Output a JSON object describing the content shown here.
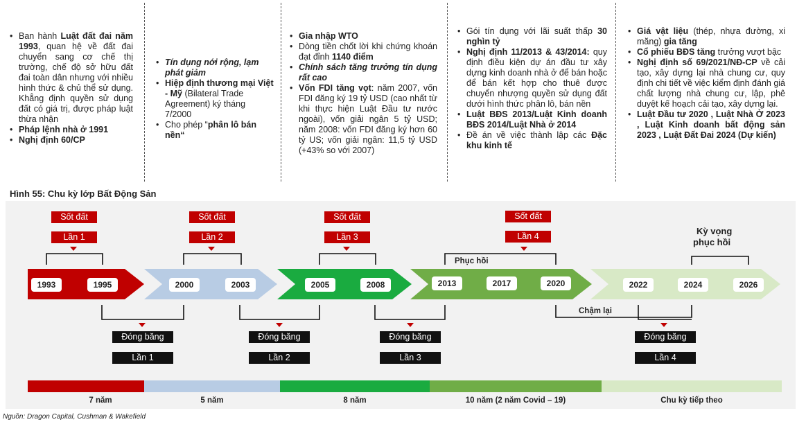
{
  "col1": {
    "items": [
      {
        "pre": "Ban hành ",
        "bold": "Luật đất đai năm 1993",
        "post": ", quan hệ về đất đai chuyển sang cơ chế thị trường, chế độ sở hữu đất đai toàn dân nhưng với nhiều hình thức & chủ thể sử dụng. Khẳng định quyền sử dụng đất có giá trị, được pháp luật thừa nhận"
      },
      {
        "bold": "Pháp lệnh nhà ở 1991"
      },
      {
        "bold": "Nghị định 60/CP"
      }
    ]
  },
  "col2": {
    "items": [
      {
        "bold": "Tín dụng nới rộng, lạm phát giảm"
      },
      {
        "bold": "Hiệp định thương mại Việt - Mỹ",
        "post": " (Bilateral Trade Agreement) ký tháng 7/2000"
      },
      {
        "pre": "Cho phép “",
        "bold": "phân lô bán nền“"
      }
    ]
  },
  "col3": {
    "items": [
      {
        "bold": "Gia nhập WTO"
      },
      {
        "pre": "Dòng tiền chốt lời khi chứng khoán đạt đỉnh ",
        "bold": "1140 điểm"
      },
      {
        "bold": "Chính sách tăng trưởng tín dụng rất cao"
      },
      {
        "bold": "Vốn FDI tăng vọt",
        "post": ": năm 2007, vốn FDI đăng ký 19 tỷ USD (cao nhất từ khi thực hiện Luật Đầu tư nước ngoài), vốn giải ngân 5 tỷ USD; năm 2008: vốn FDI đăng ký hơn 60 tỷ US; vốn giải ngân: 11,5 tỷ USD (+43% so với 2007)"
      }
    ]
  },
  "col4": {
    "items": [
      {
        "pre": "Gói tín dụng với lãi suất thấp ",
        "bold": "30 nghìn tỷ"
      },
      {
        "bold": "Nghị định 11/2013 & 43/2014:",
        "post": " quy định điều kiện dự án đầu tư xây dựng kinh doanh nhà ở để bán hoặc để bán kết hợp cho thuê được chuyển nhượng quyền sử dụng đất dưới hình thức phân lô, bán nền"
      },
      {
        "bold": "Luật BĐS 2013/Luật Kinh doanh BĐS 2014/Luật Nhà ở 2014"
      },
      {
        "pre": "Đề án về việc thành lập các ",
        "bold": "Đặc khu kinh tế"
      }
    ]
  },
  "col5": {
    "items": [
      {
        "bold": "Giá vật liệu",
        "post": " (thép, nhựa đường, xi măng) ",
        "bold2": "gia tăng"
      },
      {
        "bold": "Cổ phiếu BĐS tăng",
        "post": " trưởng vượt bậc"
      },
      {
        "bold": "Nghị định số 69/2021/NĐ-CP",
        "post": " về cải tạo, xây dựng lại nhà chung cư, quy định chi tiết về việc kiểm định đánh giá chất lượng nhà chung cư, lập, phê duyệt kế hoạch cải tạo, xây dựng lại."
      },
      {
        "bold": " Luật Đầu tư 2020 , Luật Nhà Ở 2023 , Luật Kinh doanh bất động sản 2023 , Luật Đất Đai 2024 ",
        "post": " (Dự kiến)"
      }
    ]
  },
  "figure_title": "Hình 55: Chu kỳ lớp Bất Động Sản",
  "years": [
    "1993",
    "1995",
    "2000",
    "2003",
    "2005",
    "2008",
    "2013",
    "2017",
    "2020",
    "2022",
    "2024",
    "2026"
  ],
  "sot_dat": "Sốt đất",
  "dong_bang": "Đóng băng",
  "lan": [
    "Lần 1",
    "Lần 2",
    "Lần 3",
    "Lần 4"
  ],
  "ky_vong": [
    "Kỳ vọng",
    "phục hồi"
  ],
  "phuc_hoi": "Phục hồi",
  "cham_lai": "Chậm lại",
  "durations": [
    "7 năm",
    "5 năm",
    "8 năm",
    "10 năm (2 năm Covid – 19)",
    "Chu kỳ tiếp theo"
  ],
  "colors": {
    "red": "#c00000",
    "blue": "#b8cce4",
    "green": "#1aab40",
    "lightgreen": "#70ad47",
    "palegreen": "#d8e9c6"
  },
  "source": "Nguồn: Dragon Capital, Cushman & Wakefield"
}
